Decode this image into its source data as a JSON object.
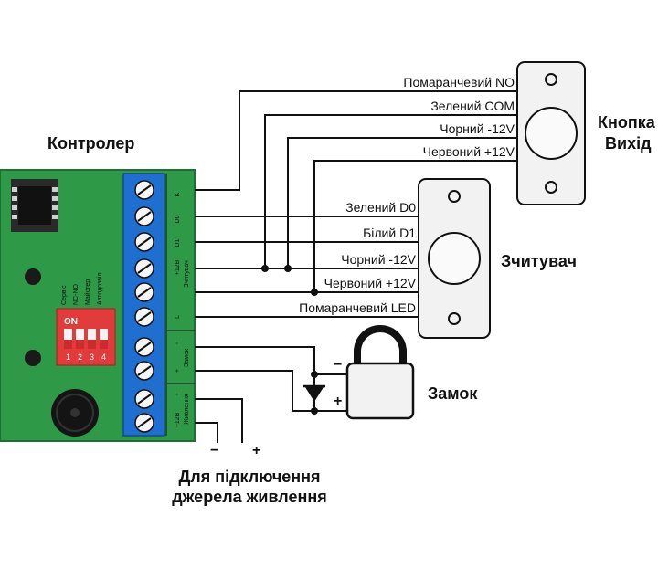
{
  "controller": {
    "title": "Контролер",
    "terminal_labels": [
      "K",
      "D0",
      "D1",
      "+12В",
      "L",
      "-",
      "+",
      "-",
      "+12В"
    ],
    "group_labels": {
      "reader": "Зчитувач",
      "lock": "Замок",
      "power": "Живлення"
    },
    "dip": {
      "on_label": "ON",
      "numbers": [
        "1",
        "2",
        "3",
        "4"
      ],
      "function_labels": [
        "Сервіс",
        "NC-NO",
        "Майстер",
        "Автодозвіл"
      ]
    }
  },
  "exit_button": {
    "title_line1": "Кнопка",
    "title_line2": "Вихід",
    "wires": [
      "Помаранчевий NO",
      "Зелений COM",
      "Чорний -12V",
      "Червоний +12V"
    ]
  },
  "reader": {
    "title": "Зчитувач",
    "wires": [
      "Зелений D0",
      "Білий D1",
      "Чорний -12V",
      "Червоний +12V",
      "Помаранчевий LED"
    ]
  },
  "lock": {
    "title": "Замок",
    "minus": "−",
    "plus": "+"
  },
  "power": {
    "line1": "Для підключення",
    "line2": "джерела живлення",
    "minus": "−",
    "plus": "+"
  },
  "colors": {
    "board": "#2e9a48",
    "board_dark": "#1f6e33",
    "terminal_block": "#1e6fd0",
    "dip_red": "#e23b3b",
    "wire": "#111111",
    "device_face": "#f2f2f2"
  }
}
